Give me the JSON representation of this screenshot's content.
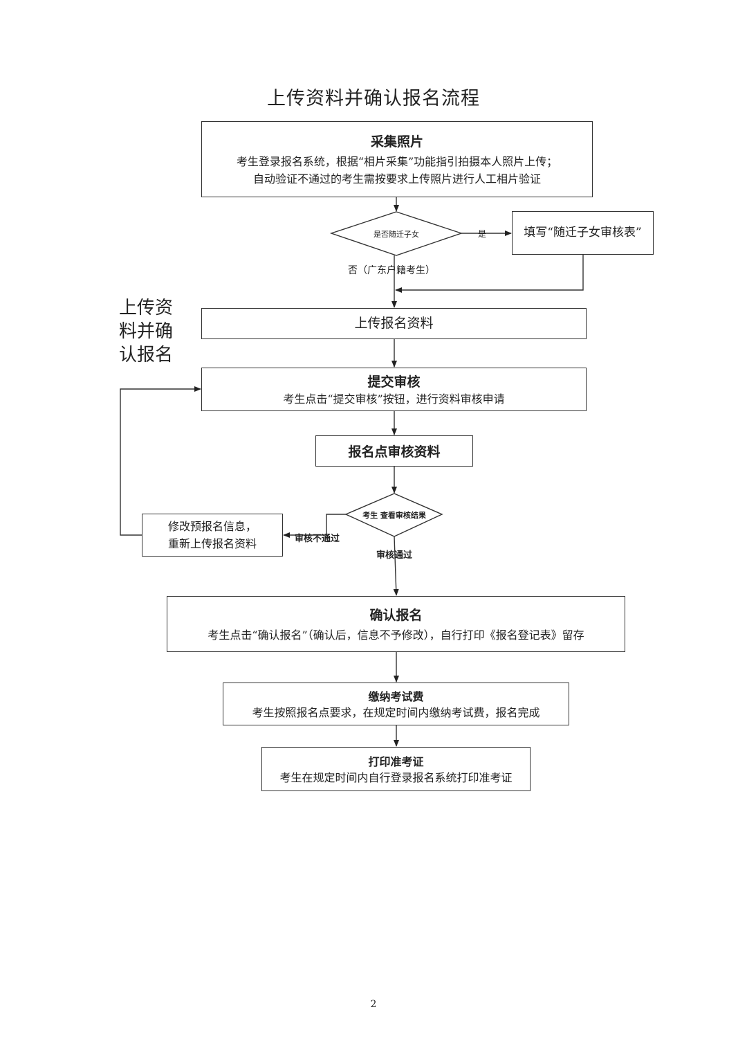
{
  "title": "上传资料并确认报名流程",
  "side_label": [
    "上传资",
    "料并确",
    "认报名"
  ],
  "steps": {
    "photo": {
      "heading": "采集照片",
      "lines": [
        "考生登录报名系统，根据“相片采集”功能指引拍摄本人照片上传；",
        "自动验证不通过的考生需按要求上传照片进行人工相片验证"
      ]
    },
    "migrant_decision": "是否随迁子女",
    "yes_label": "是",
    "no_label": "否（广东户籍考生）",
    "migrant_form": "填写“随迁子女审核表”",
    "upload": "上传报名资料",
    "submit": {
      "heading": "提交审核",
      "text": "考生点击“提交审核”按钮，进行资料审核申请"
    },
    "review": "报名点审核资料",
    "result_decision": "考生 查看审核结果",
    "fail_label": "审核不通过",
    "pass_label": "审核通过",
    "modify": [
      "修改预报名信息，",
      "重新上传报名资料"
    ],
    "confirm": {
      "heading": "确认报名",
      "text": "考生点击“确认报名”（确认后，信息不予修改），自行打印《报名登记表》留存"
    },
    "fee": {
      "heading": "缴纳考试费",
      "text": "考生按照报名点要求，在规定时间内缴纳考试费，报名完成"
    },
    "ticket": {
      "heading": "打印准考证",
      "text": "考生在规定时间内自行登录报名系统打印准考证"
    }
  },
  "page_number": "2"
}
